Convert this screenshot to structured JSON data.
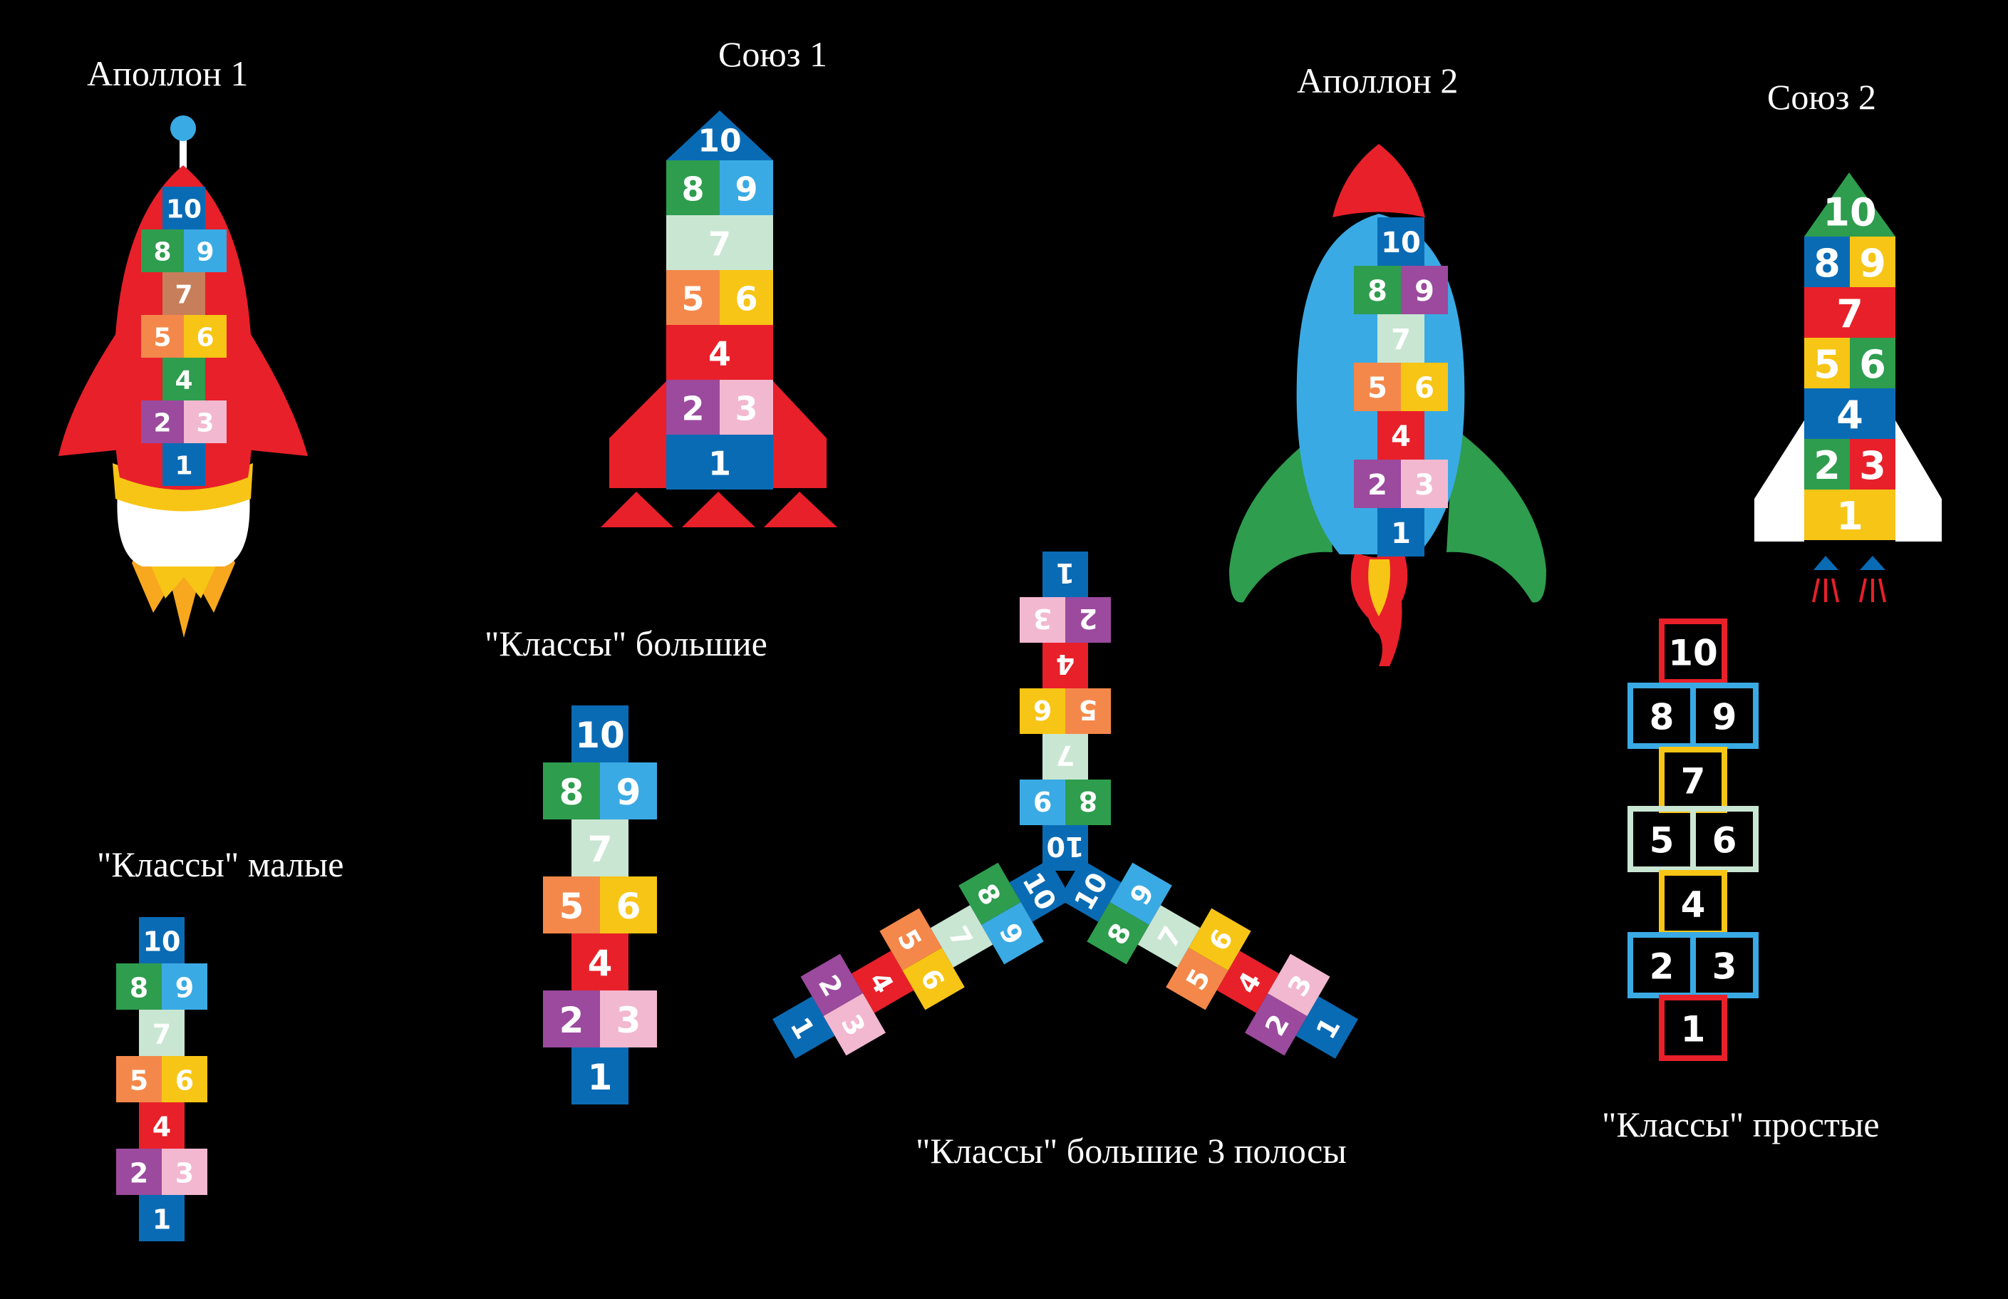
{
  "titles": {
    "apollo1": "Аполлон 1",
    "soyuz1": "Союз 1",
    "apollo2": "Аполлон 2",
    "soyuz2": "Союз 2",
    "classes_big": "\"Классы\" большие",
    "classes_small": "\"Классы\" малые",
    "classes_big3": "\"Классы\" большие 3 полосы",
    "classes_simple": "\"Классы\" простые"
  },
  "numbers": [
    "1",
    "2",
    "3",
    "4",
    "5",
    "6",
    "7",
    "8",
    "9",
    "10"
  ],
  "colors": {
    "background": "#000000",
    "red": "#e8202a",
    "dark_blue": "#0a6bb5",
    "light_blue": "#3aaae4",
    "green": "#2e9d4e",
    "mint": "#c9e6d2",
    "orange": "#f4884a",
    "yellow": "#f7c515",
    "purple": "#9b4a9e",
    "pink": "#f2b8cf",
    "brown": "#c77e5a",
    "white": "#ffffff"
  }
}
